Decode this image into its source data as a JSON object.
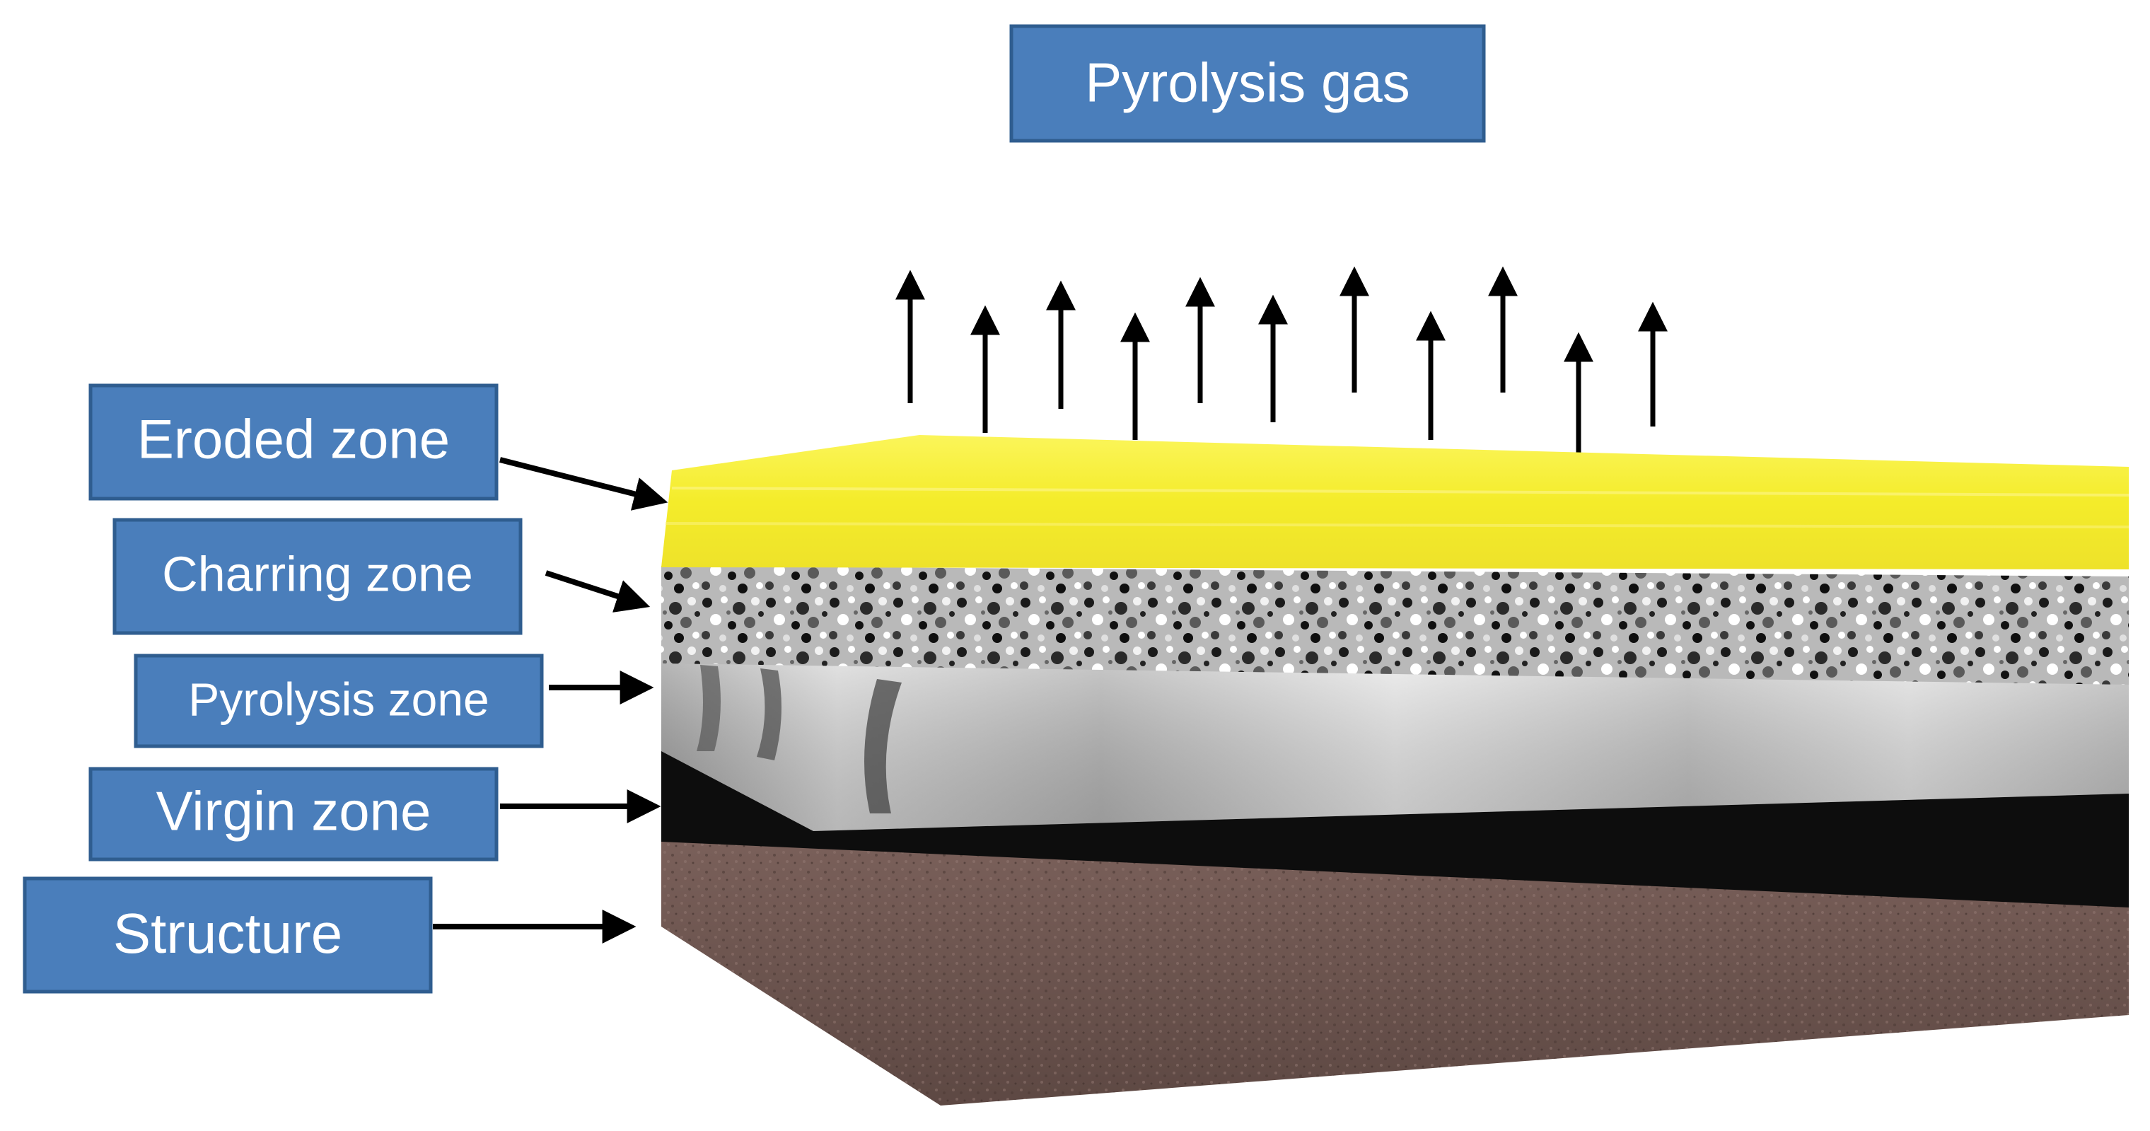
{
  "title_box": {
    "label": "Pyrolysis gas"
  },
  "zones": [
    {
      "label": "Eroded zone"
    },
    {
      "label": "Charring zone"
    },
    {
      "label": "Pyrolysis zone"
    },
    {
      "label": "Virgin zone"
    },
    {
      "label": "Structure"
    }
  ],
  "layer_colors": {
    "eroded": "#f4ec2a",
    "charring": "#9a9a9a",
    "pyrolysis": "#c8c8c8",
    "virgin": "#0d0d0d",
    "structure": "#6f5650",
    "label_box": "#4a7ebb"
  }
}
